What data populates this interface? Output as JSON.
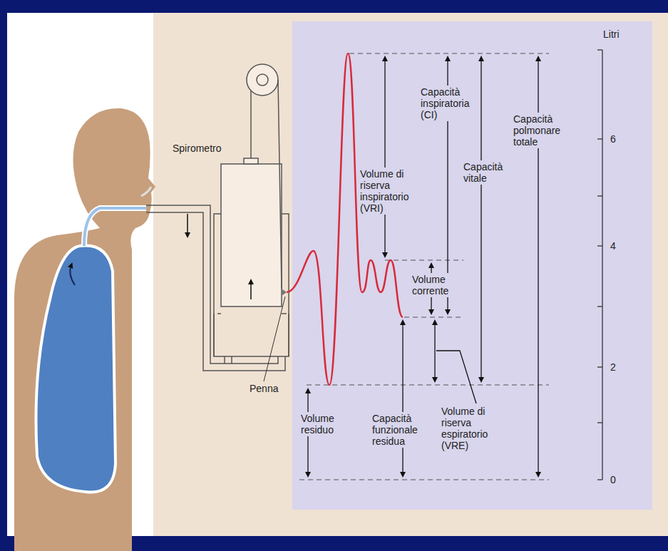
{
  "diagram": {
    "labels": [
      "Spirometro",
      "Penna",
      "Volume di riserva inspiratorio (VRI)",
      "Capacità inspiratoria (CI)",
      "Capacità vitale",
      "Capacità polmonare totale",
      "Volume corrente",
      "Volume residuo",
      "Capacità funzionale residua",
      "Volume di riserva espiratorio (VRE)",
      "Litri",
      "6",
      "4",
      "2",
      "0"
    ]
  }
}
